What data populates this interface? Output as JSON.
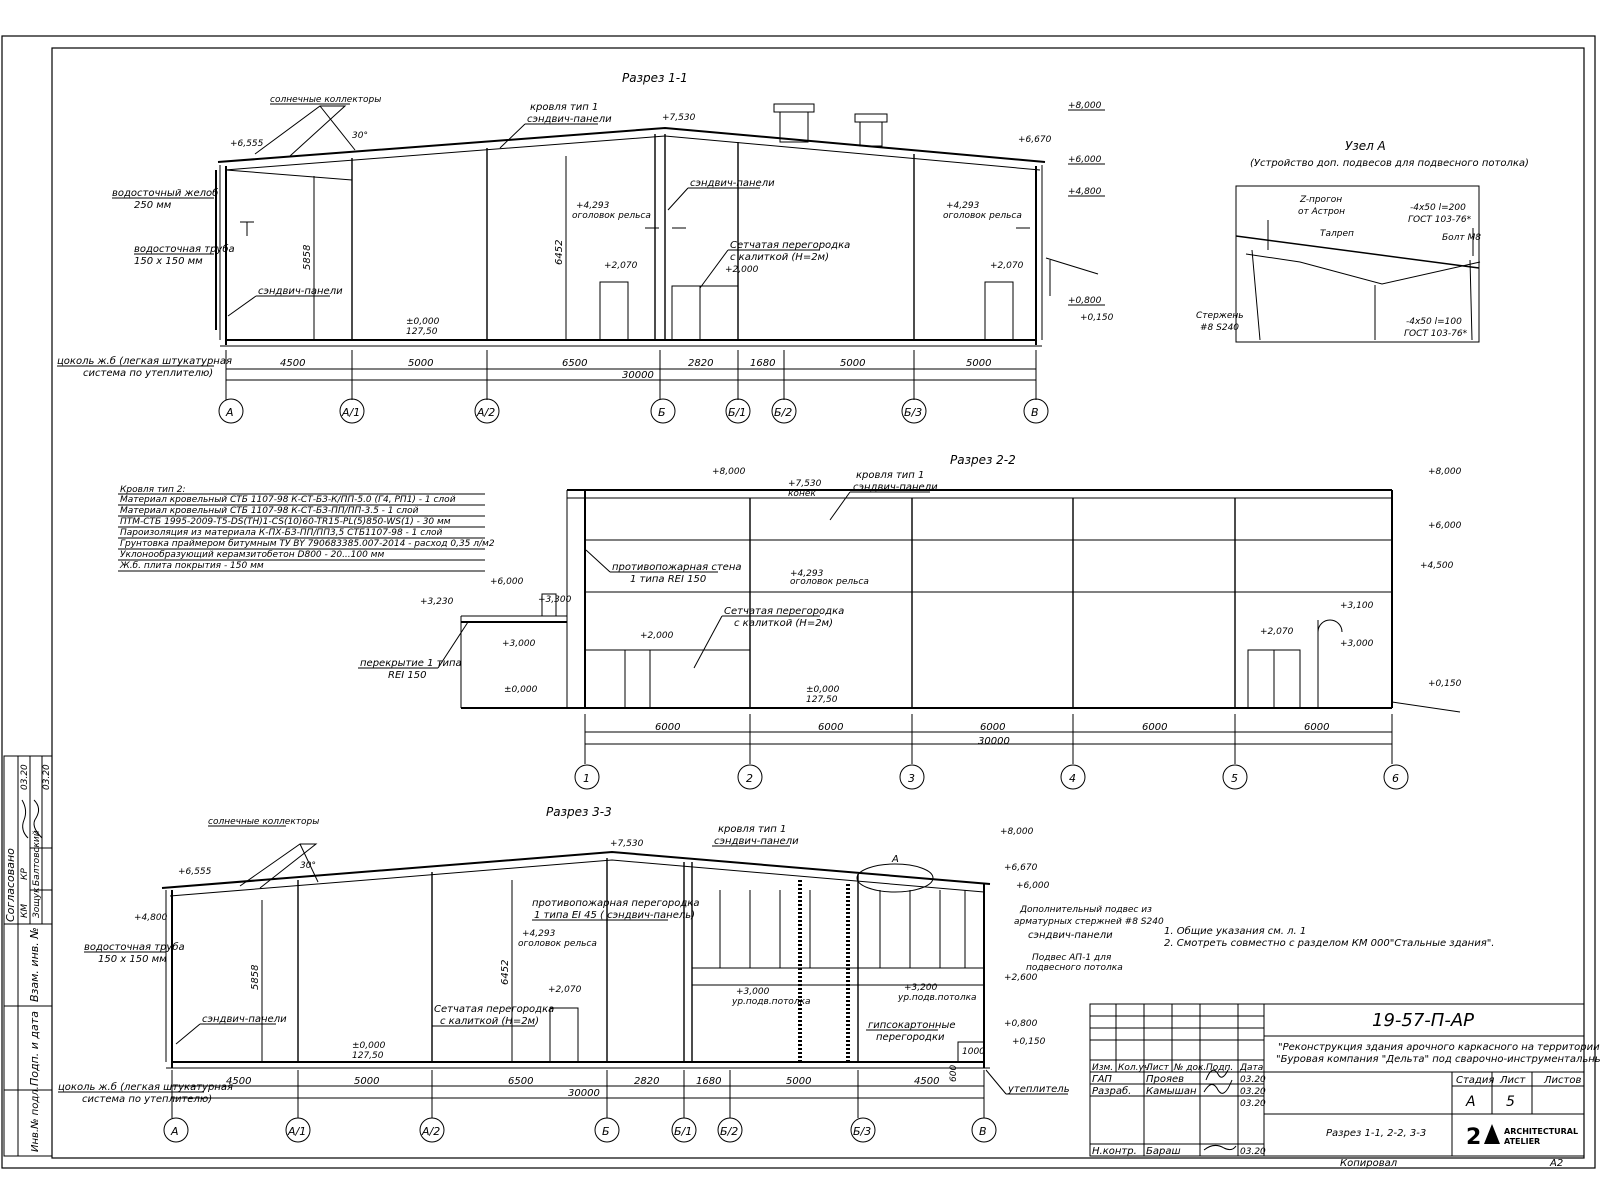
{
  "section1": {
    "title": "Разрез  1-1",
    "labels": {
      "solar": "солнечные коллекторы",
      "roof1": "кровля тип 1",
      "roof1b": "сэндвич-панели",
      "gutter": "водосточный желоб",
      "gutter_size": "250 мм",
      "pipe": "водосточная труба",
      "pipe_size": "150 x 150 мм",
      "sandwich_left": "сэндвич-панели",
      "socle": "цоколь ж.б (легкая штукатурная",
      "socle2": "система по утеплителю)",
      "sandwich_mid": "сэндвич-панели",
      "rail_left": "оголовок рельса",
      "rail_right": "оголовок рельса",
      "mesh": "Сетчатая перегородка",
      "mesh2": "с калиткой (Н=2м)"
    },
    "elevations": [
      "+7,530",
      "+8,000",
      "+6,670",
      "+6,000",
      "+4,800",
      "+6,555",
      "+4,293",
      "+4,293",
      "+2,070",
      "+2,070",
      "+2,000",
      "+0,800",
      "+0,150",
      "±0,000",
      "127,50"
    ],
    "dims_v": [
      "5858",
      "6452"
    ],
    "angle": "30°",
    "spans": [
      "4500",
      "5000",
      "6500",
      "2820",
      "1680",
      "5000",
      "5000"
    ],
    "total": "30000",
    "axes": [
      "А",
      "А/1",
      "А/2",
      "Б",
      "Б/1",
      "Б/2",
      "Б/3",
      "В"
    ]
  },
  "node": {
    "title": "Узел А",
    "subtitle": "(Устройство доп. подвесов для подвесного потолка)",
    "labels": {
      "zprogon": "Z-прогон",
      "zprogon2": "от Астрон",
      "plate1": "-4x50 l=200",
      "gost1": "ГОСТ 103-76*",
      "bolt": "Болт М8",
      "talrep": "Талреп",
      "rod": "Стержень",
      "rod2": "#8 S240",
      "plate2": "-4x50 l=100",
      "gost2": "ГОСТ 103-76*"
    }
  },
  "section2": {
    "title": "Разрез  2-2",
    "roof_spec": [
      "Кровля тип 2:",
      "Материал кровельный СТБ 1107-98 К-СТ-БЗ-К/ПП-5.0 (Г4, РП1)         - 1 слой",
      "Материал кровельный СТБ 1107-98 К-СТ-БЗ-ПП/ПП-3.5                   - 1 слой",
      "ПТМ-СТБ 1995-2009-Т5-DS(TH)1-CS(10)60-TR15-PL(5)850-WS(1)        - 30 мм",
      "Пароизоляция из материала К-ПХ-БЗ-ПП/ПП3,5 СТБ1107-98              - 1 слой",
      "Грунтовка праймером битумным ТУ BY 790683385.007-2014  - расход 0,35 л/м2",
      "Уклонообразующий керамзитобетон D800                            - 20...100 мм",
      "Ж.б. плита покрытия                                              - 150 мм"
    ],
    "labels": {
      "roof1": "кровля тип 1",
      "roof1b": "сэндвич-панели",
      "ridge": "конек",
      "firewall": "противопожарная стена",
      "firewall2": "1 типа  REI 150",
      "rail": "оголовок рельса",
      "mesh": "Сетчатая перегородка",
      "mesh2": "с калиткой (Н=2м)",
      "slab": "перекрытие 1 типа",
      "slab2": "REI 150"
    },
    "elevations": [
      "+8,000",
      "+7,530",
      "+8,000",
      "+6,000",
      "+4,500",
      "+6,000",
      "+3,230",
      "+3,300",
      "+3,000",
      "+4,293",
      "+2,000",
      "+3,100",
      "+3,000",
      "+2,070",
      "+0,150",
      "±0,000",
      "±0,000",
      "127,50"
    ],
    "spans": [
      "6000",
      "6000",
      "6000",
      "6000",
      "6000"
    ],
    "total": "30000",
    "axes": [
      "1",
      "2",
      "3",
      "4",
      "5",
      "6"
    ]
  },
  "section3": {
    "title": "Разрез  3-3",
    "labels": {
      "solar": "солнечные коллекторы",
      "roof1": "кровля тип 1",
      "roof1b": "сэндвич-панели",
      "pipe": "водосточная труба",
      "pipe_size": "150 x 150 мм",
      "sandwich_left": "сэндвич-панели",
      "socle": "цоколь ж.б (легкая штукатурная",
      "socle2": "система по утеплителю)",
      "firepart": "противопожарная перегородка",
      "firepart2": "1 типа  EI 45 ( сэндвич-панель)",
      "rail": "оголовок рельса",
      "mesh": "Сетчатая перегородка",
      "mesh2": "с калиткой (Н=2м)",
      "ceil_level": "ур.подв.потолка",
      "ceil_level2": "ур.подв.потолка",
      "gypsum": "гипсокартонные",
      "gypsum2": "перегородки",
      "extra_hanger": "Дополнительный подвес из",
      "extra_hanger2": "арматурных стержней #8 S240",
      "sandwich_right": "сэндвич-панели",
      "hanger": "Подвес АП-1 для",
      "hanger2": "подвесного потолка",
      "insulation": "утеплитель",
      "node_mark": "А"
    },
    "elevations": [
      "+7,530",
      "+8,000",
      "+6,670",
      "+6,000",
      "+6,555",
      "+4,800",
      "+4,293",
      "+2,070",
      "+3,000",
      "+3,200",
      "+2,600",
      "+0,800",
      "+0,150",
      "±0,000",
      "127,50"
    ],
    "dims_v": [
      "5858",
      "6452"
    ],
    "dim_small": [
      "1000",
      "600"
    ],
    "angle": "30°",
    "spans": [
      "4500",
      "5000",
      "6500",
      "2820",
      "1680",
      "5000",
      "4500"
    ],
    "total": "30000",
    "axes": [
      "А",
      "А/1",
      "А/2",
      "Б",
      "Б/1",
      "Б/2",
      "Б/3",
      "В"
    ]
  },
  "notes": [
    "1.   Общие указания см. л. 1",
    "2.   Смотреть совместно с разделом КМ 000\"Стальные здания\"."
  ],
  "stamp": {
    "code": "19-57-П-АР",
    "project1": "\"Реконструкция здания арочного каркасного на территории ОАО",
    "project2": "\"Буровая компания \"Дельта\" под сварочно-инструментальный цех\"",
    "headers": [
      "Изм.",
      "Кол.уч",
      "Лист",
      "№ док.",
      "Подп.",
      "Дата"
    ],
    "rows": [
      {
        "role": "ГАП",
        "name": "Прояев",
        "date": "03.20"
      },
      {
        "role": "Разраб.",
        "name": "Камышан",
        "date": "03.20"
      },
      {
        "role": "",
        "name": "",
        "date": "03.20"
      },
      {
        "role": "Н.контр.",
        "name": "Бараш",
        "date": "03.20"
      }
    ],
    "sheet_title": "Разрез 1-1, 2-2, 3-3",
    "stage_label": "Стадия",
    "sheet_label": "Лист",
    "sheets_label": "Листов",
    "stage": "А",
    "sheet": "5",
    "logo_text1": "ARCHITECTURAL",
    "logo_text2": "ATELIER",
    "copied": "Копировал",
    "format": "А2"
  },
  "side_stamp": {
    "agreed": "Согласовано",
    "inv_orig": "Инв.№ подл.",
    "sign_date": "Подп. и дата",
    "inv_repl": "Взам. инв. №",
    "kr": "КР",
    "km": "КМ",
    "name1": "Балтовский",
    "name2": "Зощук",
    "date1": "03.20",
    "date2": "03.20"
  }
}
